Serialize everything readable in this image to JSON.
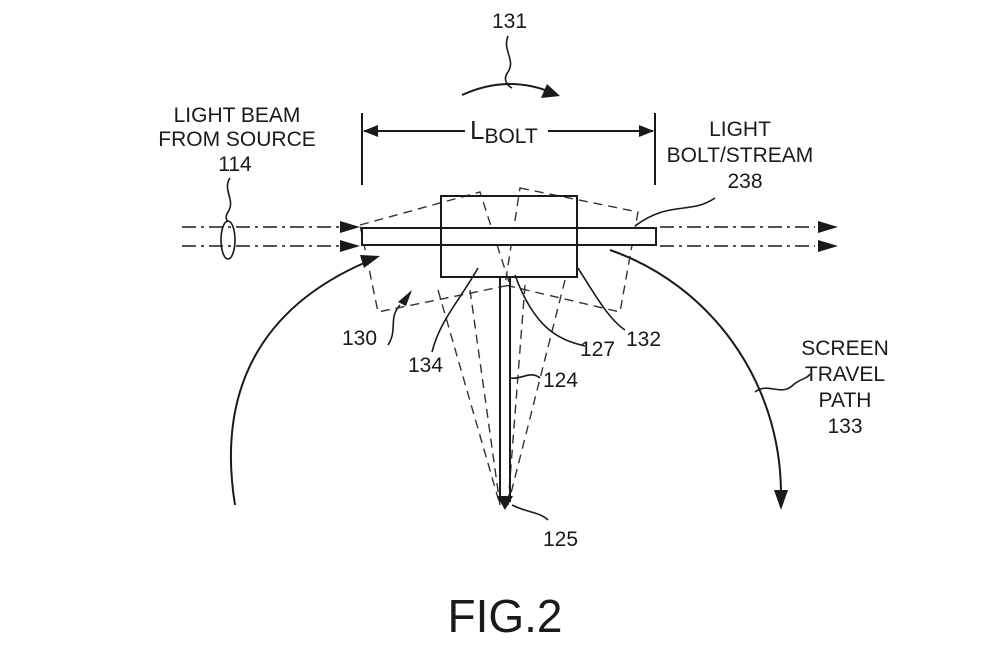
{
  "labels": {
    "rotation": "131",
    "source_line1": "LIGHT BEAM",
    "source_line2": "FROM SOURCE",
    "source_ref": "114",
    "length_L": "L",
    "length_sub": "BOLT",
    "bolt_line1": "LIGHT",
    "bolt_line2": "BOLT/STREAM",
    "bolt_ref": "238",
    "ref_130": "130",
    "ref_134": "134",
    "ref_127": "127",
    "ref_132": "132",
    "ref_124": "124",
    "ref_125": "125",
    "screen_line1": "SCREEN",
    "screen_line2": "TRAVEL",
    "screen_line3": "PATH",
    "screen_ref": "133",
    "figure_caption": "FIG.2"
  }
}
